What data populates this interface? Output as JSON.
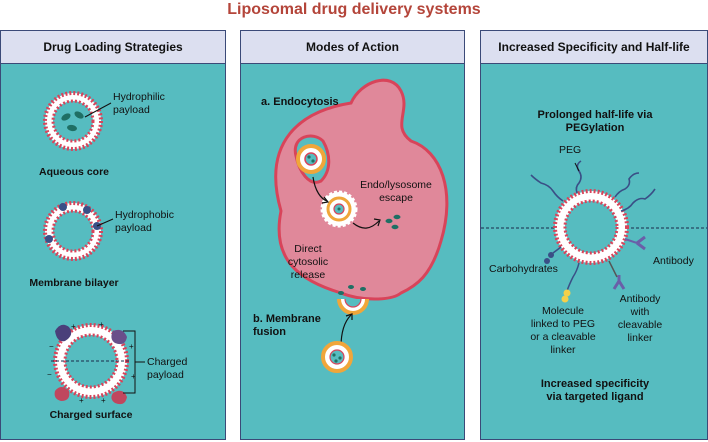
{
  "title": "Liposomal drug delivery systems",
  "colors": {
    "title": "#b4453a",
    "panel_bg": "#56bcc0",
    "panel_header_bg": "#dcdff0",
    "panel_border": "#3b4a78",
    "membrane_red": "#d8445a",
    "cell_pink": "#e0889a",
    "payload_green": "#1f6f64",
    "hydrophobic_blue": "#3a4f86",
    "orange_ring": "#f0a63a"
  },
  "panels": {
    "loading": {
      "header": "Drug Loading Strategies",
      "hydrophilic_label": "Hydrophilic\npayload",
      "aqueous_core": "Aqueous core",
      "hydrophobic_label": "Hydrophobic\npayload",
      "membrane_bilayer": "Membrane bilayer",
      "charged_label": "Charged\npayload",
      "charged_surface": "Charged surface"
    },
    "modes": {
      "header": "Modes of Action",
      "endocytosis": "a. Endocytosis",
      "endo_escape": "Endo/lysosome\nescape",
      "direct_release": "Direct\ncytosolic\nrelease",
      "membrane_fusion": "b. Membrane\nfusion"
    },
    "specificity": {
      "header": "Increased Specificity and Half-life",
      "pegylation_title": "Prolonged half-life via\nPEGylation",
      "peg": "PEG",
      "carbohydrates": "Carbohydrates",
      "antibody": "Antibody",
      "molecule_linked": "Molecule\nlinked to PEG\nor a cleavable\nlinker",
      "antibody_cleavable": "Antibody\nwith\ncleavable\nlinker",
      "targeted_title": "Increased specificity\nvia targeted ligand"
    }
  }
}
